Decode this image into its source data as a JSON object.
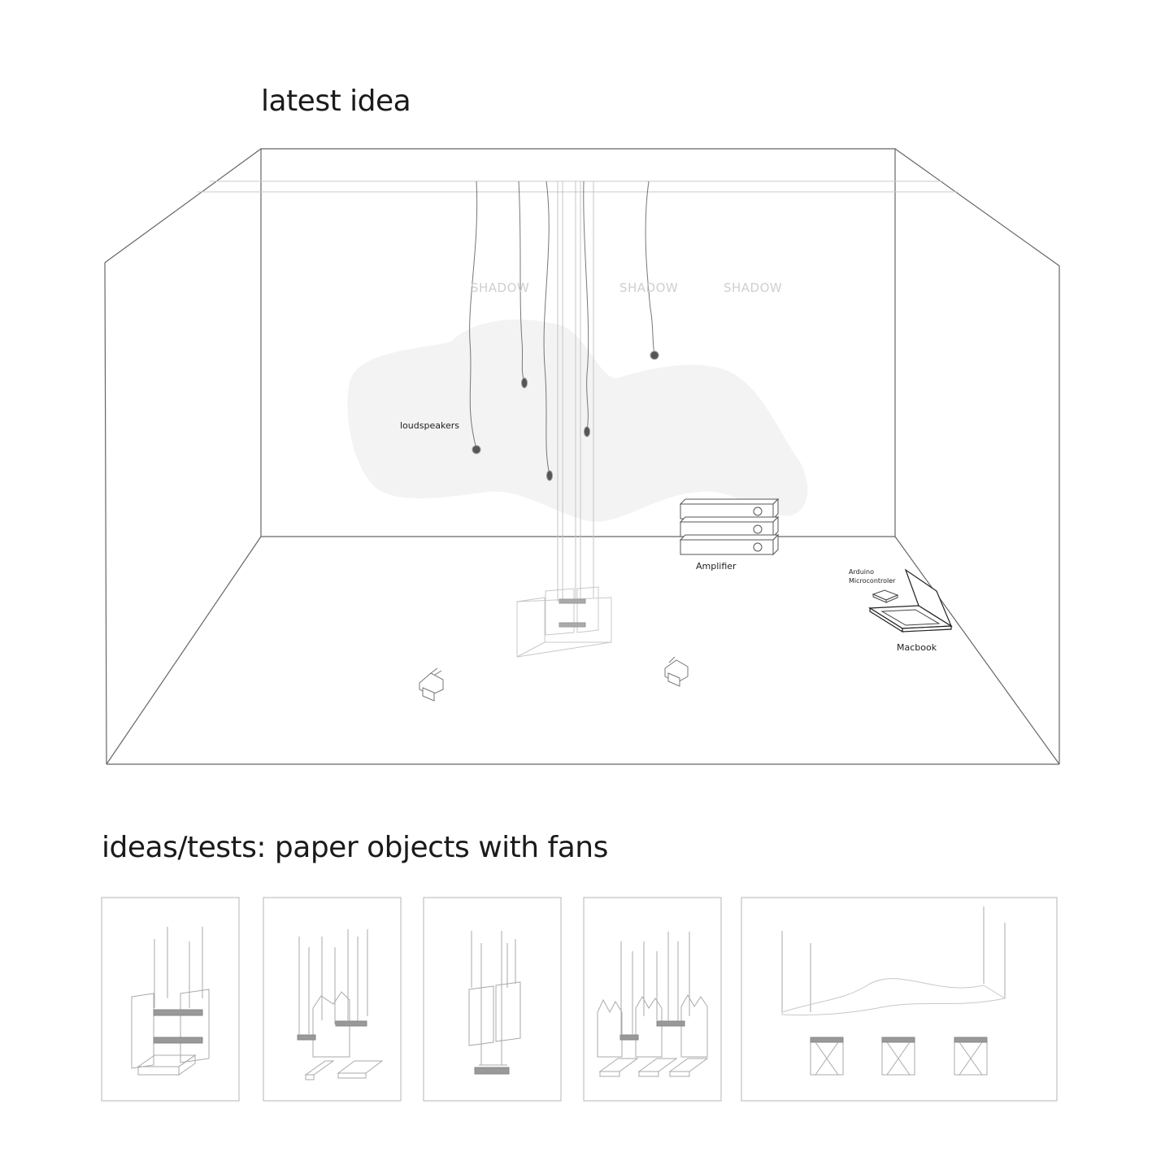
{
  "titles": {
    "main": "latest idea",
    "tests": "ideas/tests: paper objects with fans"
  },
  "labels": {
    "shadow_1": "SHADOW",
    "shadow_2": "SHADOW",
    "shadow_3": "SHADOW",
    "loudspeakers": "loudspeakers",
    "amplifier": "Amplifier",
    "arduino_line1": "Arduino",
    "arduino_line2": "Microcontroler",
    "macbook": "Macbook"
  },
  "colors": {
    "line_dark": "#555555",
    "line_light": "#b5b5b5",
    "shadow_fill": "#f2f2f2",
    "fan_gray": "#9a9a9a"
  },
  "test_panels_count": 5
}
